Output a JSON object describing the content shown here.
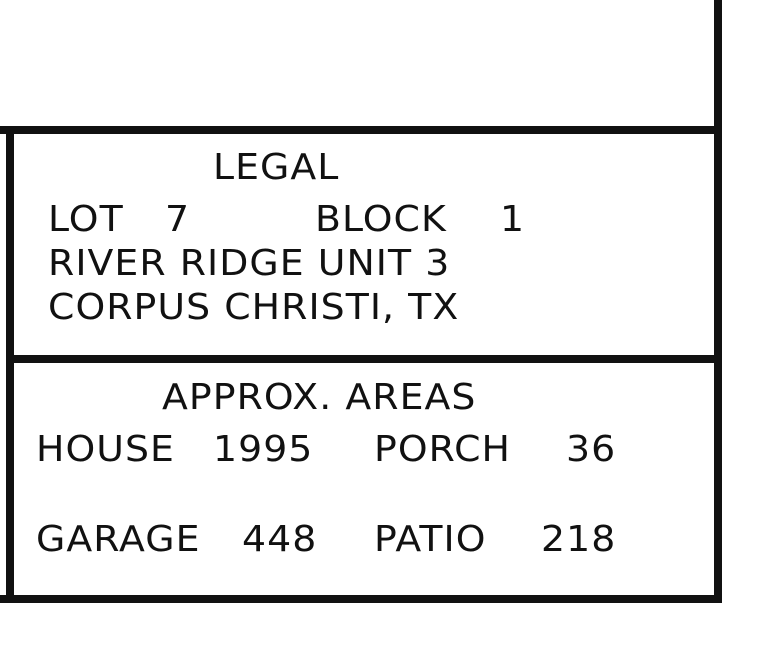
{
  "legal": {
    "heading": "LEGAL",
    "lot_label": "LOT",
    "lot_value": "7",
    "block_label": "BLOCK",
    "block_value": "1",
    "subdivision": "RIVER RIDGE UNIT 3",
    "location": "CORPUS CHRISTI, TX"
  },
  "areas": {
    "heading": "APPROX. AREAS",
    "house_label": "HOUSE",
    "house_value": "1995",
    "porch_label": "PORCH",
    "porch_value": "36",
    "garage_label": "GARAGE",
    "garage_value": "448",
    "patio_label": "PATIO",
    "patio_value": "218"
  }
}
